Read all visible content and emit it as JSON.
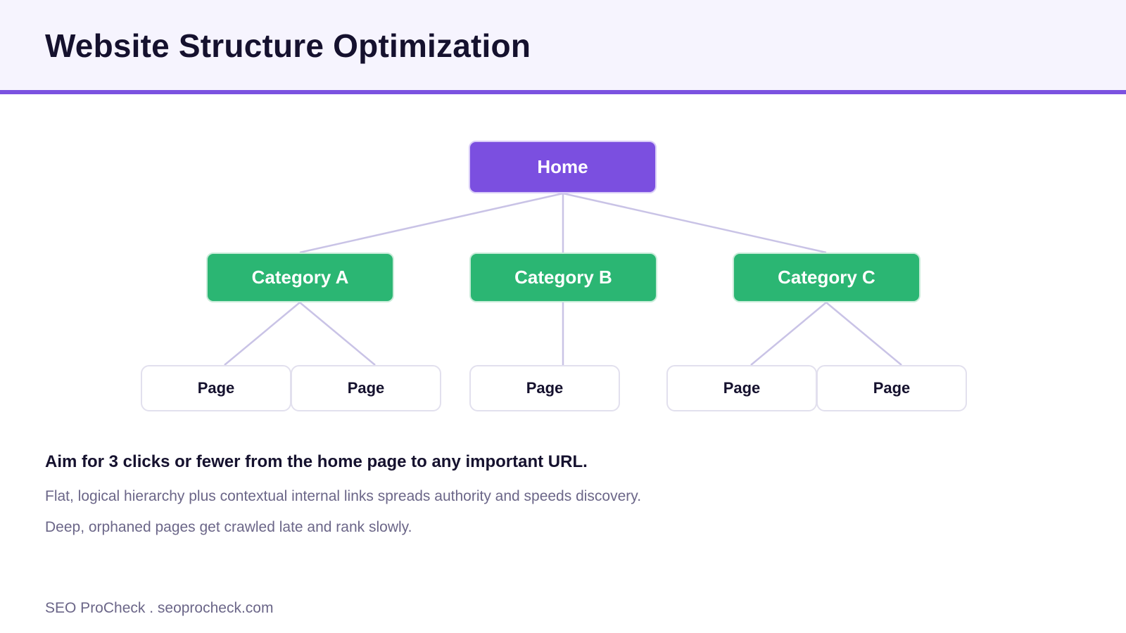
{
  "title": "Website Structure Optimization",
  "colors": {
    "accent": "#7b52e0",
    "home_node": "#7b4fe0",
    "category_node": "#2bb673",
    "connector": "#c9c3e6",
    "header_bg": "#f6f4fe"
  },
  "diagram": {
    "root": {
      "label": "Home"
    },
    "categories": [
      {
        "label": "Category A",
        "pages": [
          "Page",
          "Page"
        ]
      },
      {
        "label": "Category B",
        "pages": [
          "Page"
        ]
      },
      {
        "label": "Category C",
        "pages": [
          "Page",
          "Page"
        ]
      }
    ]
  },
  "notes": {
    "headline": "Aim for 3 clicks or fewer from the home page to any important URL.",
    "lines": [
      "Flat, logical hierarchy plus contextual internal links spreads authority and speeds discovery.",
      "Deep, orphaned pages get crawled late and rank slowly."
    ]
  },
  "footer": "SEO ProCheck . seoprocheck.com"
}
